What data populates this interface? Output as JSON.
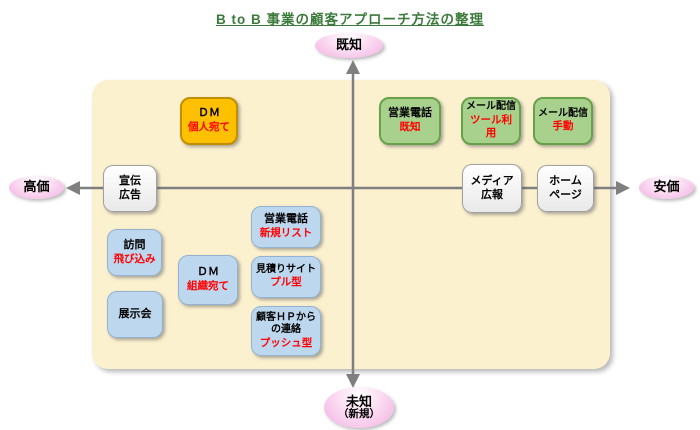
{
  "title": "B to B 事業の顧客アプローチ方法の整理",
  "axes": {
    "top": {
      "label": "既知"
    },
    "bottom": {
      "label": "未知",
      "sublabel": "（新規）"
    },
    "left": {
      "label": "高価"
    },
    "right": {
      "label": "安価"
    }
  },
  "boxes": {
    "dm_personal": {
      "label": "ＤＭ",
      "sublabel": "個人宛て"
    },
    "sales_call_known": {
      "label": "営業電話",
      "sublabel": "既知"
    },
    "mail_tool": {
      "label": "メール配信",
      "sublabel": "ツール利用"
    },
    "mail_manual": {
      "label": "メール配信",
      "sublabel": "手動"
    },
    "ad": {
      "label": "宣伝\n広告"
    },
    "media_pr": {
      "label": "メディア\n広報"
    },
    "homepage": {
      "label": "ホーム\nページ"
    },
    "visit": {
      "label": "訪問",
      "sublabel": "飛び込み"
    },
    "exhibition": {
      "label": "展示会"
    },
    "dm_org": {
      "label": "ＤＭ",
      "sublabel": "組織宛て"
    },
    "sales_call_new": {
      "label": "営業電話",
      "sublabel": "新規リスト"
    },
    "quote_site": {
      "label": "見積りサイト",
      "sublabel": "プル型"
    },
    "customer_hp": {
      "label": "顧客ＨＰから\nの連絡",
      "sublabel": "プッシュ型"
    }
  },
  "colors": {
    "title_green": "#3c7a3c",
    "panel_cream": "#fcf1cf",
    "box_orange": "#ffc000",
    "box_orange_border": "#bf8f00",
    "box_green": "#a9d18e",
    "box_green_border": "#69a14b",
    "box_blue": "#bdd7ee",
    "box_white": "#f2f2f2",
    "sublabel_red": "#ff0000",
    "axis_gray": "#7f7f7f",
    "ellipse_pink": "#f2afe2"
  }
}
